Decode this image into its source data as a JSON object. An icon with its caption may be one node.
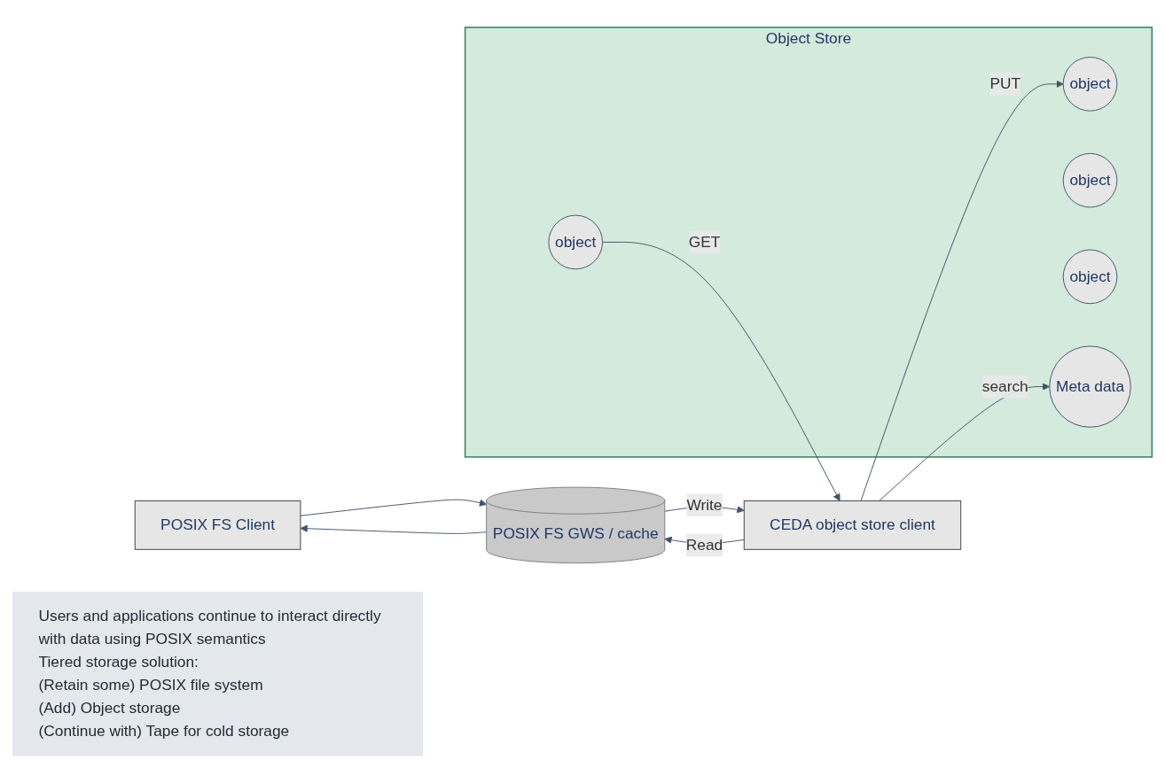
{
  "diagram": {
    "nodes": [
      {
        "text": [
          "POSIX FS Client"
        ]
      },
      {
        "text": [
          "POSIX FS GWS / cache"
        ]
      },
      {
        "text": [
          "CEDA object store client"
        ]
      },
      {
        "text": [
          "Object Store"
        ]
      },
      {
        "text": [
          "object"
        ],
        "in": 3
      },
      {
        "text": [
          "object"
        ],
        "in": 3
      },
      {
        "text": [
          "object"
        ],
        "in": 3
      },
      {
        "text": [
          "object"
        ],
        "in": 3
      },
      {
        "text": [
          "Meta data"
        ],
        "in": 3
      },
      {
        "text": [
          "Users and applications continue to interact directly with data using POSIX semantics",
          "Tiered storage solution:",
          "(Retain some) POSIX file system",
          "(Add) Object storage",
          "(Continue with) Tape for cold storage"
        ]
      }
    ],
    "edges": [
      {
        "from": 1,
        "to": 0,
        "arrow": "to"
      },
      {
        "from": 0,
        "to": 1,
        "arrow": "to"
      },
      {
        "from": 2,
        "to": 1,
        "arrow": "to",
        "label": "Read"
      },
      {
        "from": 1,
        "to": 2,
        "arrow": "to",
        "label": "Write"
      },
      {
        "from": 2,
        "to": 4,
        "arrow": "to",
        "label": "PUT"
      },
      {
        "from": 6,
        "to": 2,
        "arrow": "to",
        "label": "GET"
      },
      {
        "from": 2,
        "to": 8,
        "arrow": "to",
        "label": "search"
      }
    ]
  }
}
